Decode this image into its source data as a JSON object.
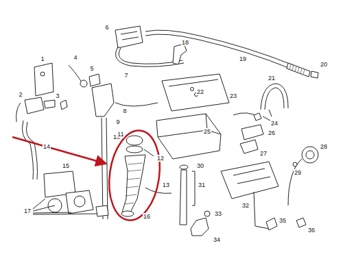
{
  "diagram": {
    "labels": [
      "1",
      "2",
      "3",
      "4",
      "5",
      "6",
      "7",
      "8",
      "9",
      "10",
      "11",
      "12",
      "13",
      "14",
      "15",
      "16",
      "17",
      "18",
      "19",
      "20",
      "21",
      "22",
      "23",
      "24",
      "25",
      "26",
      "27",
      "28",
      "29",
      "30",
      "31",
      "32",
      "33",
      "34",
      "35",
      "36"
    ]
  }
}
